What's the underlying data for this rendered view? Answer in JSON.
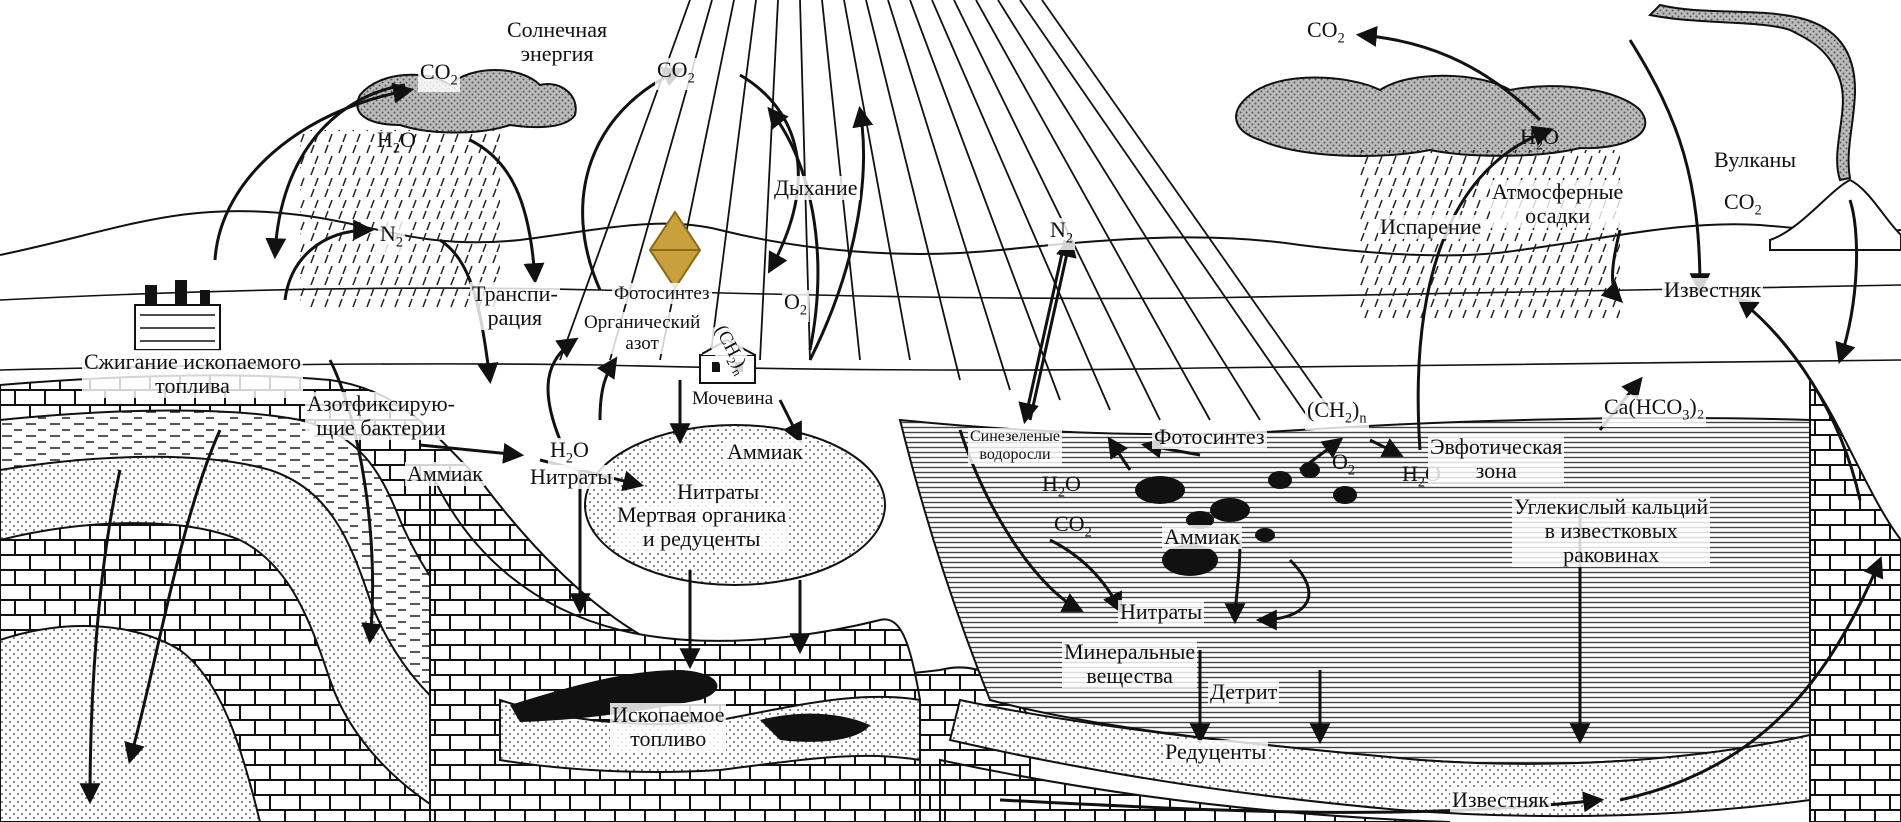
{
  "labels": {
    "solar_energy_1": "Солнечная",
    "solar_energy_2": "энергия",
    "co2_cloud": "CO",
    "co2_sun": "CO",
    "h2o_cloud_left": "H",
    "n2_left": "N",
    "respiration": "Дыхание",
    "transpiration_1": "Транспи-",
    "transpiration_2": "рация",
    "photosynthesis_land": "Фотосинтез",
    "o2_land": "O",
    "ch2o_land": "(CH",
    "organic_nitrogen_1": "Органический",
    "organic_nitrogen_2": "азот",
    "urea": "Мочевина",
    "fossil_burning_1": "Сжигание ископаемого",
    "fossil_burning_2": "топлива",
    "n_fixing_1": "Азотфиксирую-",
    "n_fixing_2": "щие бактерии",
    "ammonia_land_left": "Аммиак",
    "h2o_land": "H",
    "nitrates_land": "Нитраты",
    "ammonia_land": "Аммиак",
    "nitrates_land_2": "Нитраты",
    "dead_organics_1": "Мертвая органика",
    "dead_organics_2": "и редуценты",
    "fossil_fuel_1": "Ископаемое",
    "fossil_fuel_2": "топливо",
    "n2_mid": "N",
    "cyanobacteria_1": "Синезеленые",
    "cyanobacteria_2": "водоросли",
    "photosynthesis_water": "Фотосинтез",
    "ch2o_water": "(CH",
    "o2_water": "O",
    "h2o_water": "H",
    "co2_water": "CO",
    "h2o_water_right": "H",
    "ammonia_water": "Аммиак",
    "nitrates_water": "Нитраты",
    "minerals_1": "Минеральные",
    "minerals_2": "вещества",
    "detritus": "Детрит",
    "decomposers": "Редуценты",
    "limestone_bottom": "Известняк",
    "co2_top_right": "CO",
    "h2o_cloud_right": "H",
    "atm_precip_1": "Атмосферные",
    "atm_precip_2": "осадки",
    "evaporation": "Испарение",
    "volcanoes": "Вулканы",
    "co2_volcano": "CO",
    "limestone_right": "Известняк",
    "ca_hco3": "Ca(HCO",
    "euphotic_1": "Эвфотическая",
    "euphotic_2": "зона",
    "calcium_carbonate_1": "Углекислый кальций",
    "calcium_carbonate_2": "в известковых",
    "calcium_carbonate_3": "раковинах"
  },
  "subscripts": {
    "two": "2",
    "n": "n",
    "o": "O",
    "three": "3",
    "two_close": ")",
    "two_paren": ")₂"
  },
  "colors": {
    "ink": "#111111",
    "marker_fill": "#c8a03c",
    "marker_stroke": "#8a6a1a",
    "paper": "#ffffff"
  }
}
